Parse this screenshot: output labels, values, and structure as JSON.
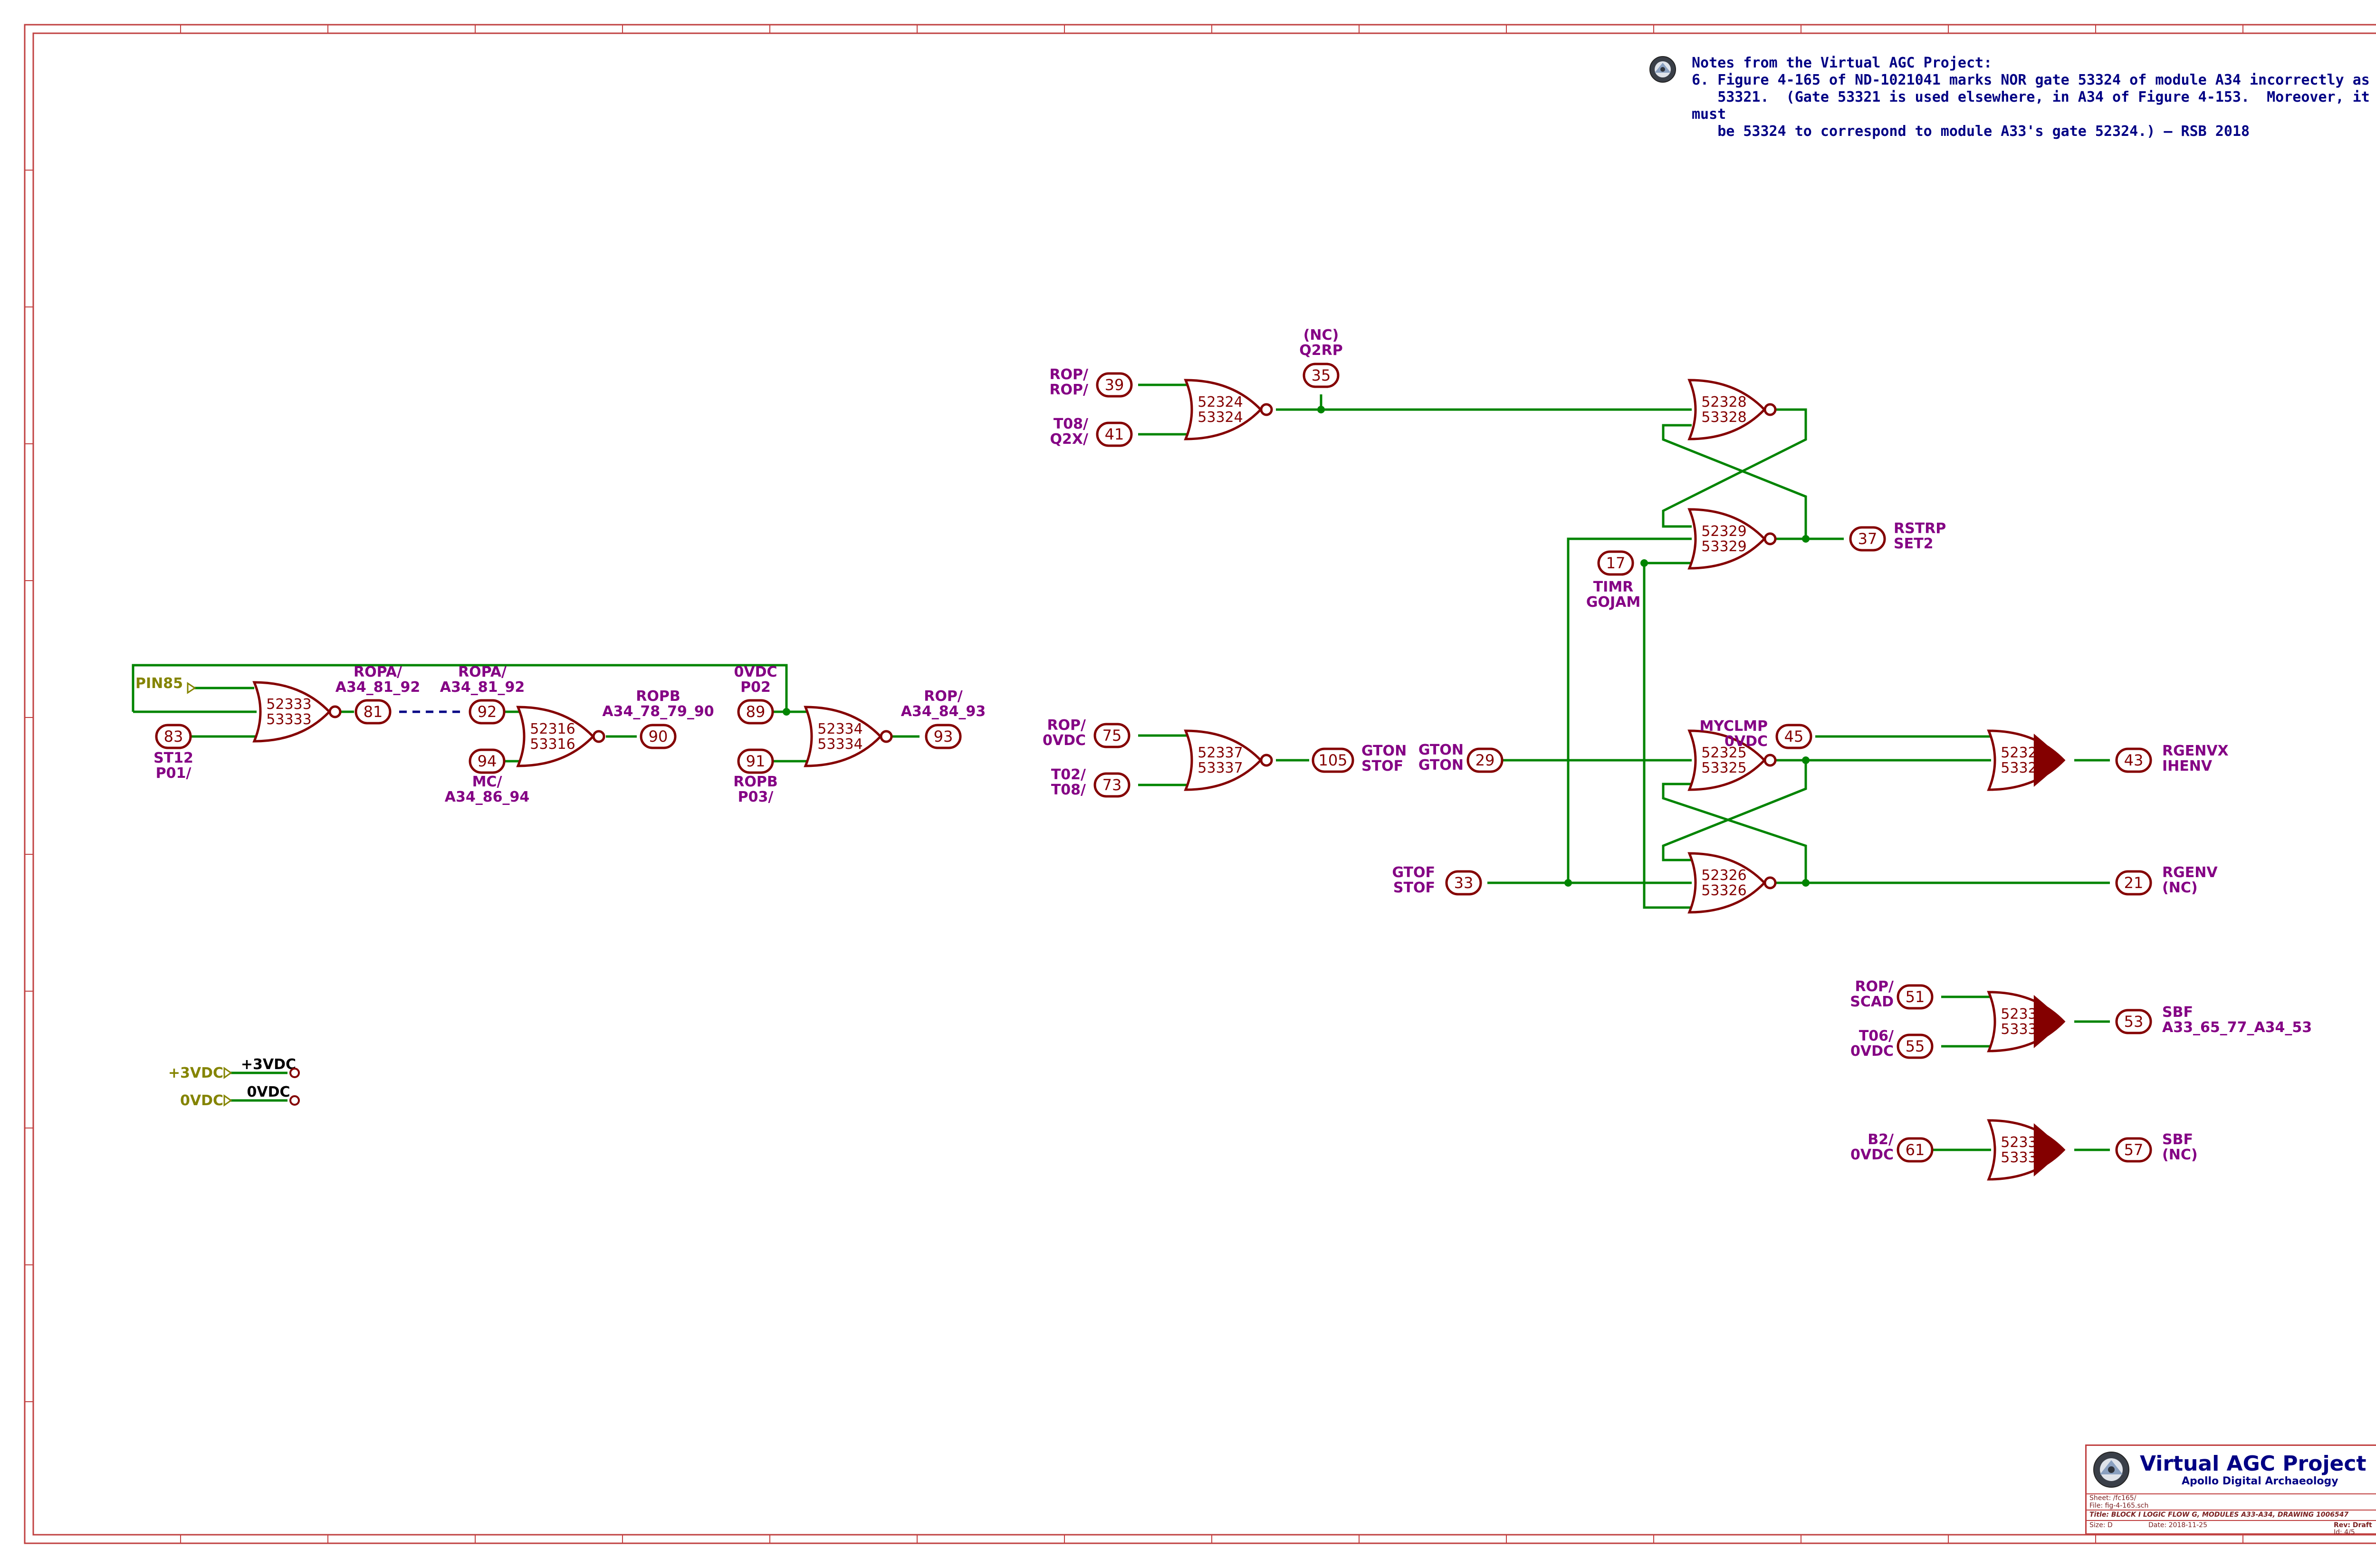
{
  "colors": {
    "frame": "#c04040",
    "gate": "#840000",
    "wire": "#008400",
    "label": "#840084",
    "power": "#848400",
    "note": "#000084",
    "bus": "#000084"
  },
  "notes": {
    "title": "Notes from the Virtual AGC Project:",
    "body": "6. Figure 4-165 of ND-1021041 marks NOR gate 53324 of module A34 incorrectly as\n   53321.  (Gate 53321 is used elsewhere, in A34 of Figure 4-153.  Moreover, it must\n   be 53324 to correspond to module A33's gate 52324.) — RSB 2018"
  },
  "gates": [
    {
      "id": "g-52333",
      "a": "52333",
      "b": "53333"
    },
    {
      "id": "g-52316",
      "a": "52316",
      "b": "53316"
    },
    {
      "id": "g-52334",
      "a": "52334",
      "b": "53334"
    },
    {
      "id": "g-52324",
      "a": "52324",
      "b": "53324"
    },
    {
      "id": "g-52337",
      "a": "52337",
      "b": "53337"
    },
    {
      "id": "g-52328",
      "a": "52328",
      "b": "53328"
    },
    {
      "id": "g-52329",
      "a": "52329",
      "b": "53329"
    },
    {
      "id": "g-52325",
      "a": "52325",
      "b": "53325"
    },
    {
      "id": "g-52326",
      "a": "52326",
      "b": "53326"
    },
    {
      "id": "g-52327",
      "a": "52327",
      "b": "53327"
    },
    {
      "id": "g-52330",
      "a": "52330",
      "b": "53330"
    },
    {
      "id": "g-52331",
      "a": "52331",
      "b": "53331"
    }
  ],
  "pins": [
    "83",
    "81",
    "92",
    "94",
    "90",
    "89",
    "91",
    "93",
    "39",
    "41",
    "35",
    "75",
    "73",
    "105",
    "17",
    "37",
    "29",
    "33",
    "45",
    "43",
    "21",
    "51",
    "55",
    "53",
    "61",
    "57"
  ],
  "labels": [
    [
      "PIN85"
    ],
    [
      "ST12",
      "P01/"
    ],
    [
      "ROPA/",
      "A34_81_92"
    ],
    [
      "ROPA/",
      "A34_81_92"
    ],
    [
      "MC/",
      "A34_86_94"
    ],
    [
      "ROPB",
      "A34_78_79_90"
    ],
    [
      "0VDC",
      "P02"
    ],
    [
      "ROPB",
      "P03/"
    ],
    [
      "ROP/",
      "A34_84_93"
    ],
    [
      "ROP/",
      "ROP/"
    ],
    [
      "T08/",
      "Q2X/"
    ],
    [
      "(NC)",
      "Q2RP"
    ],
    [
      "ROP/",
      "0VDC"
    ],
    [
      "T02/",
      "T08/"
    ],
    [
      "GTON",
      "STOF"
    ],
    [
      "TIMR",
      "GOJAM"
    ],
    [
      "RSTRP",
      "SET2"
    ],
    [
      "GTON",
      "GTON"
    ],
    [
      "GTOF",
      "STOF"
    ],
    [
      "MYCLMP",
      "0VDC"
    ],
    [
      "RGENVX",
      "IHENV"
    ],
    [
      "RGENV",
      "(NC)"
    ],
    [
      "ROP/",
      "SCAD"
    ],
    [
      "T06/",
      "0VDC"
    ],
    [
      "SBF",
      "A33_65_77_A34_53"
    ],
    [
      "B2/",
      "0VDC"
    ],
    [
      "SBF",
      "(NC)"
    ]
  ],
  "power": [
    {
      "port": "+3VDC",
      "net": "+3VDC"
    },
    {
      "port": "0VDC",
      "net": "0VDC"
    }
  ],
  "title_block": {
    "org": "Virtual AGC Project",
    "sub": "Apollo Digital Archaeology",
    "sheet": "Sheet: /fc165/",
    "file": "File: fig-4-165.sch",
    "title": "Title: BLOCK I LOGIC FLOW G, MODULES A33-A34, DRAWING 1006547",
    "size": "Size: D",
    "date": "Date: 2018-11-25",
    "rev": "Rev: Draft",
    "id": "Id: 4/5"
  }
}
